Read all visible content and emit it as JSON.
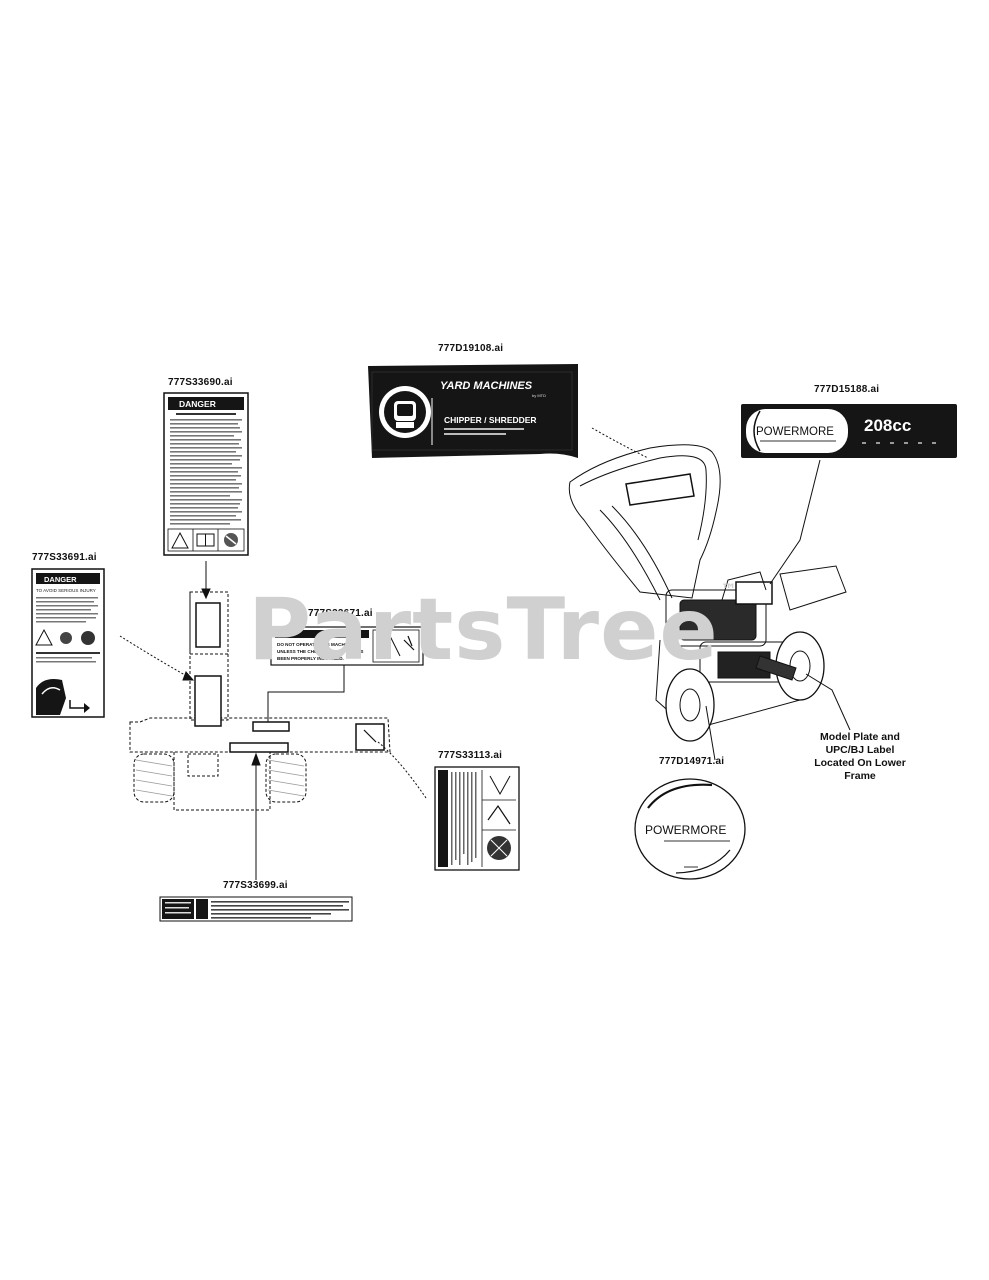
{
  "labels": {
    "d19108": "777D19108.ai",
    "s33690": "777S33690.ai",
    "d15188": "777D15188.ai",
    "s33691": "777S33691.ai",
    "s33671": "777S33671.ai",
    "s33113": "777S33113.ai",
    "d14971": "777D14971.ai",
    "s33699": "777S33699.ai"
  },
  "note": {
    "line1": "Model Plate and",
    "line2": "UPC/BJ Label",
    "line3": "Located On Lower",
    "line4": "Frame"
  },
  "decals": {
    "yard_machines_brand": "YARD MACHINES",
    "yard_machines_byline": "by MTD",
    "yard_machines_product": "CHIPPER / SHREDDER",
    "powermore_name": "POWERMORE",
    "engine_size": "208cc",
    "danger_word": "DANGER",
    "danger_subtitle": "TO AVOID SERIOUS INJURY",
    "small_notice_line1": "DO NOT OPERATE THIS MACHINE",
    "small_notice_line2": "UNLESS THE CHUTE DEFLECTOR HAS",
    "small_notice_line3": "BEEN PROPERLY INSTALLED."
  },
  "watermark": "PartsTree",
  "colors": {
    "ink": "#111111",
    "watermark": "#d0d0d0",
    "paper": "#ffffff"
  }
}
